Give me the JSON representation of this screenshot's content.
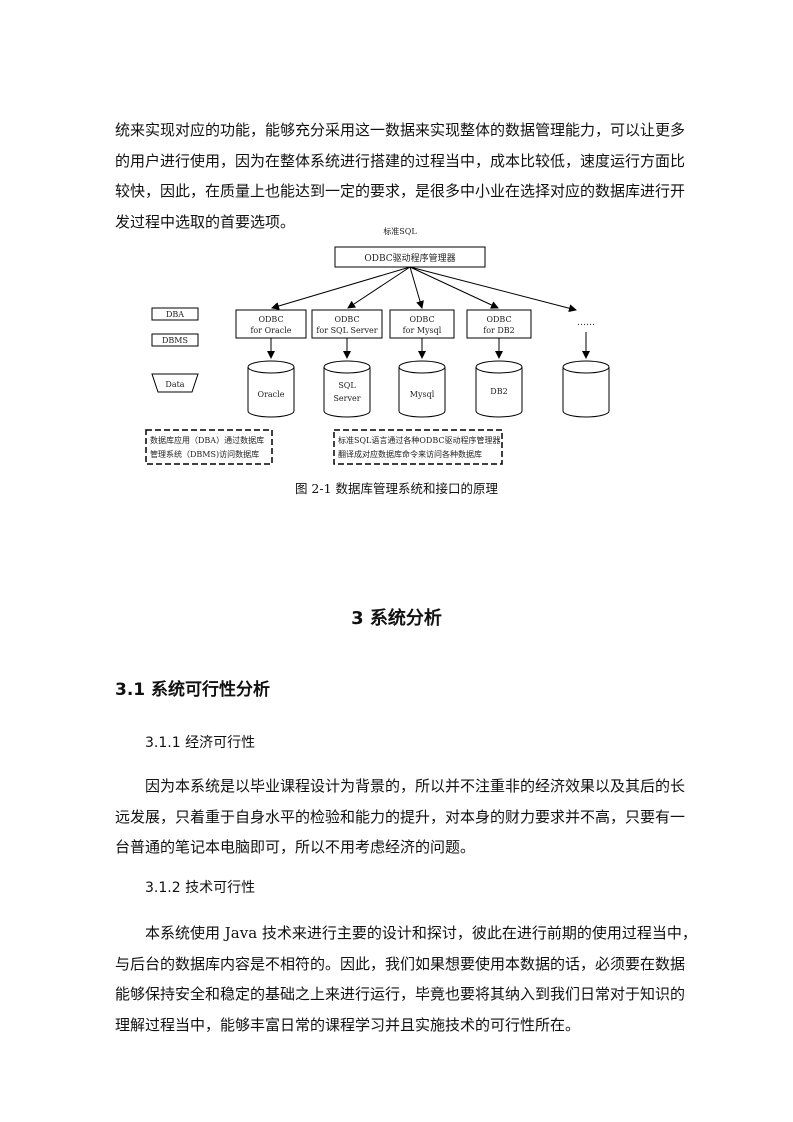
{
  "intro_lines": [
    "统来实现对应的功能，能够充分采用这一数据来实现整体的数据管理能力，可以让更多",
    "的用户进行使用，因为在整体系统进行搭建的过程当中，成本比较低，速度运行方面比",
    "较快，因此，在质量上也能达到一定的要求，是很多中小业在选择对应的数据库进行开",
    "发过程中选取的首要选项。"
  ],
  "diagram": {
    "top_label": "标准SQL",
    "manager": "ODBC驱动程序管理器",
    "left_boxes": [
      "DBA",
      "DBMS"
    ],
    "data_label": "Data",
    "drivers": [
      {
        "line1": "ODBC",
        "line2": "for Oracle"
      },
      {
        "line1": "ODBC",
        "line2": "for SQL Server"
      },
      {
        "line1": "ODBC",
        "line2": "for Mysql"
      },
      {
        "line1": "ODBC",
        "line2": "for DB2"
      }
    ],
    "ellipsis": "……",
    "databases": [
      {
        "line1": "Oracle",
        "line2": ""
      },
      {
        "line1": "SQL",
        "line2": "Server"
      },
      {
        "line1": "Mysql",
        "line2": ""
      },
      {
        "line1": "DB2",
        "line2": ""
      },
      {
        "line1": "",
        "line2": ""
      }
    ],
    "note_left": [
      "数据库应用（DBA）通过数据库",
      "管理系统（DBMS)访问数据库"
    ],
    "note_right": [
      "标准SQL语言通过各种ODBC驱动程序管理器",
      "翻译成对应数据库命令来访问各种数据库"
    ]
  },
  "caption": "图 2-1  数据库管理系统和接口的原理",
  "chapter_title": "3  系统分析",
  "section_title": "3.1  系统可行性分析",
  "sub1_title": "3.1.1  经济可行性",
  "sub1_lines": [
    "因为本系统是以毕业课程设计为背景的，所以并不注重非的经济效果以及其后的长",
    "远发展，只着重于自身水平的检验和能力的提升，对本身的财力要求并不高，只要有一",
    "台普通的笔记本电脑即可，所以不用考虑经济的问题。"
  ],
  "sub2_title": "3.1.2  技术可行性",
  "sub2_lines": [
    "本系统使用 Java 技术来进行主要的设计和探讨，彼此在进行前期的使用过程当中，",
    "与后台的数据库内容是不相符的。因此，我们如果想要使用本数据的话，必须要在数据",
    "能够保持安全和稳定的基础之上来进行运行，毕竟也要将其纳入到我们日常对于知识的",
    "理解过程当中，能够丰富日常的课程学习并且实施技术的可行性所在。"
  ]
}
